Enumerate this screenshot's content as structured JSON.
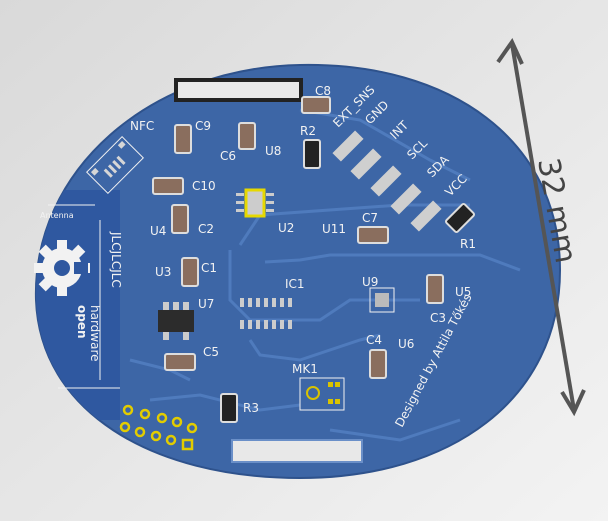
{
  "board": {
    "silkscreen": {
      "nfc": "NFC",
      "antenna": "Antenna",
      "logo_open": "open",
      "logo_hardware": "hardware",
      "jlc": "JLCJLCJLC",
      "credit": "Designed by Attila Tőkés",
      "pins": [
        "EXT_SNS",
        "GND",
        "INT",
        "SCL",
        "SDA",
        "VCC"
      ]
    },
    "refs": {
      "C1": "C1",
      "C2": "C2",
      "C3": "C3",
      "C4": "C4",
      "C5": "C5",
      "C6": "C6",
      "C7": "C7",
      "C8": "C8",
      "C9": "C9",
      "C10": "C10",
      "R1": "R1",
      "R2": "R2",
      "R3": "R3",
      "U2": "U2",
      "U3": "U3",
      "U4": "U4",
      "U5": "U5",
      "U6": "U6",
      "U7": "U7",
      "U8": "U8",
      "U9": "U9",
      "U11": "U11",
      "IC1": "IC1",
      "MK1": "MK1"
    },
    "colors": {
      "pcb": "#3d66a6",
      "trace": "#4f7bbd",
      "pad": "#d6d6d6",
      "gold": "#d9c300",
      "background": "#e6e6e6"
    }
  },
  "dimension": {
    "label": "32 mm"
  }
}
